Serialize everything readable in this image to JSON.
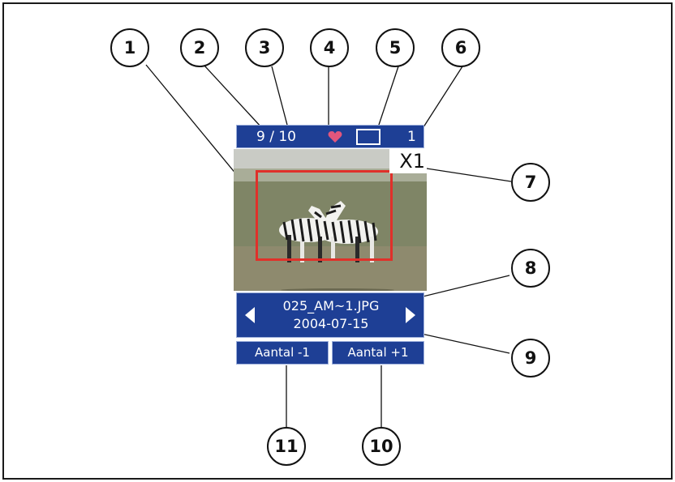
{
  "callouts": [
    "1",
    "2",
    "3",
    "4",
    "5",
    "6",
    "7",
    "8",
    "9",
    "10",
    "11"
  ],
  "screen": {
    "counter": "9 / 10",
    "copies": "1",
    "zoom": "X1",
    "file_name": "025_AM~1.JPG",
    "date": "2004-07-15",
    "decrease_label": "Aantal -1",
    "increase_label": "Aantal +1"
  },
  "colors": {
    "bar": "#1e3f95",
    "crop_frame": "#e0302a",
    "heart": "#e2567c"
  },
  "icons": [
    "heart-icon",
    "frame-icon",
    "arrow-left-icon",
    "arrow-right-icon"
  ]
}
